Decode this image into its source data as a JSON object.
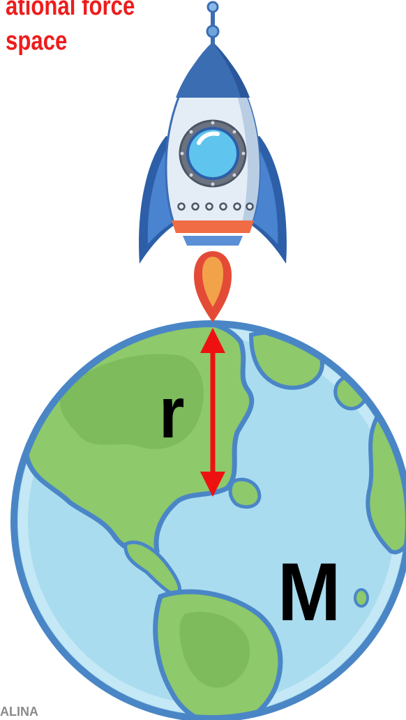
{
  "title": {
    "line1": "ational force",
    "line2": "space"
  },
  "labels": {
    "distance": "r",
    "mass": "M"
  },
  "footer": {
    "text": "ALINA"
  },
  "colors": {
    "title_text": "#ee1c1c",
    "arrow": "#ee1111",
    "ocean": "#a9dcef",
    "land": "#8ec96b",
    "land_dark": "#7dbb5c",
    "outline": "#4a86c6",
    "rocket_body": "#e4edf6",
    "rocket_nose": "#3b6db3",
    "rocket_band": "#ef6c45",
    "flame_outer": "#e34b36",
    "flame_inner": "#f2a34a"
  },
  "icons": [
    "rocket-icon",
    "earth-icon",
    "distance-arrow-icon",
    "window-porthole-icon",
    "antenna-icon",
    "flame-icon"
  ]
}
